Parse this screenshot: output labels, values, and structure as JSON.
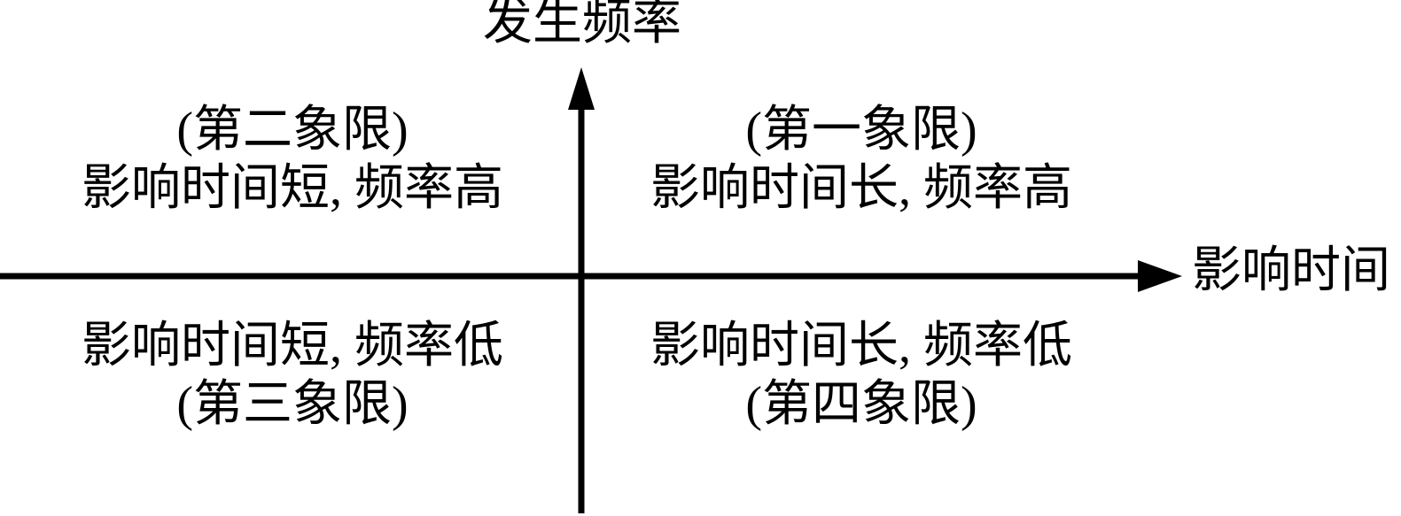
{
  "diagram": {
    "y_axis_label": "发生频率",
    "x_axis_label": "影响时间",
    "quadrants": {
      "q1": {
        "line1": "(第一象限)",
        "line2": "影响时间长, 频率高"
      },
      "q2": {
        "line1": "(第二象限)",
        "line2": "影响时间短, 频率高"
      },
      "q3": {
        "line1": "影响时间短, 频率低",
        "line2": "(第三象限)"
      },
      "q4": {
        "line1": "影响时间长, 频率低",
        "line2": "(第四象限)"
      }
    },
    "colors": {
      "ink": "#000000",
      "background": "#ffffff"
    }
  }
}
